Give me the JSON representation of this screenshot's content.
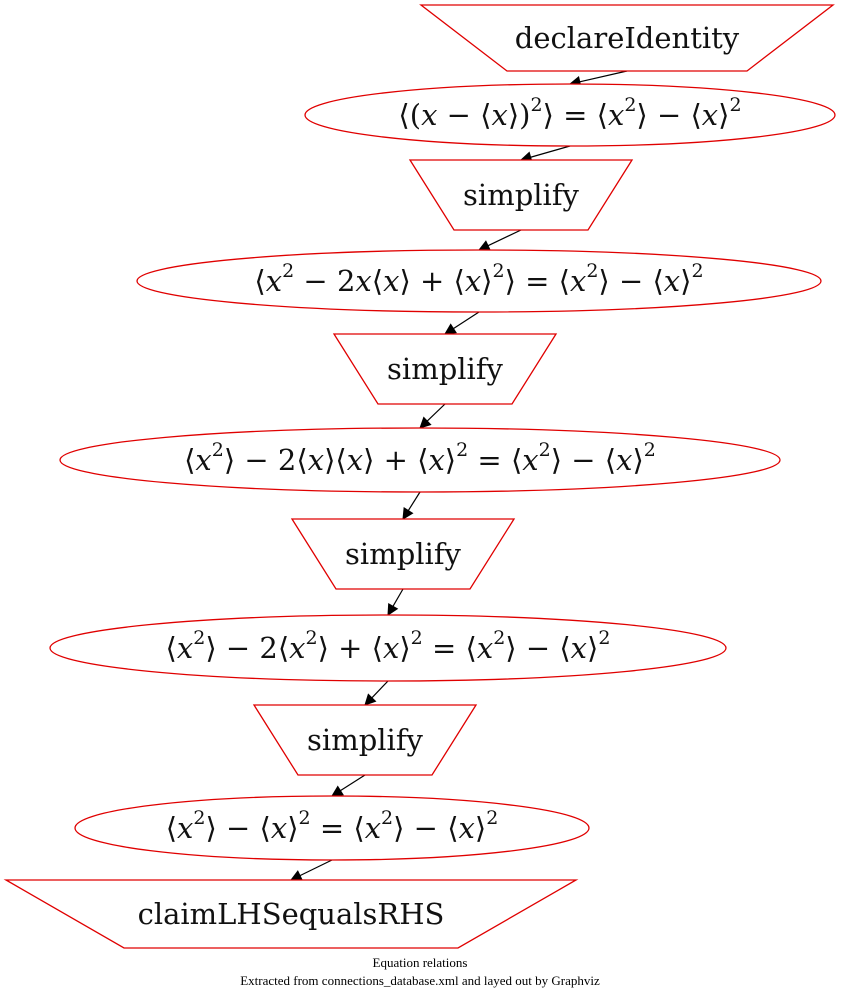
{
  "nodes": [
    {
      "id": "n0",
      "kind": "operation",
      "shape": "invtrapezium",
      "label": "declareIdentity"
    },
    {
      "id": "n1",
      "kind": "expression",
      "shape": "ellipse",
      "parts": [
        {
          "t": "⟨("
        },
        {
          "t": "x",
          "v": 1
        },
        {
          "t": " − ⟨"
        },
        {
          "t": "x",
          "v": 1
        },
        {
          "t": "⟩)"
        },
        {
          "t": "2",
          "s": 1
        },
        {
          "t": "⟩ = ⟨"
        },
        {
          "t": "x",
          "v": 1
        },
        {
          "t": "2",
          "s": 1
        },
        {
          "t": "⟩ − ⟨"
        },
        {
          "t": "x",
          "v": 1
        },
        {
          "t": "⟩"
        },
        {
          "t": "2",
          "s": 1
        }
      ]
    },
    {
      "id": "n2",
      "kind": "operation",
      "shape": "invtrapezium",
      "label": "simplify"
    },
    {
      "id": "n3",
      "kind": "expression",
      "shape": "ellipse",
      "parts": [
        {
          "t": "⟨"
        },
        {
          "t": "x",
          "v": 1
        },
        {
          "t": "2",
          "s": 1
        },
        {
          "t": " − 2"
        },
        {
          "t": "x",
          "v": 1
        },
        {
          "t": "⟨"
        },
        {
          "t": "x",
          "v": 1
        },
        {
          "t": "⟩ + ⟨"
        },
        {
          "t": "x",
          "v": 1
        },
        {
          "t": "⟩"
        },
        {
          "t": "2",
          "s": 1
        },
        {
          "t": "⟩ = ⟨"
        },
        {
          "t": "x",
          "v": 1
        },
        {
          "t": "2",
          "s": 1
        },
        {
          "t": "⟩ − ⟨"
        },
        {
          "t": "x",
          "v": 1
        },
        {
          "t": "⟩"
        },
        {
          "t": "2",
          "s": 1
        }
      ]
    },
    {
      "id": "n4",
      "kind": "operation",
      "shape": "invtrapezium",
      "label": "simplify"
    },
    {
      "id": "n5",
      "kind": "expression",
      "shape": "ellipse",
      "parts": [
        {
          "t": "⟨"
        },
        {
          "t": "x",
          "v": 1
        },
        {
          "t": "2",
          "s": 1
        },
        {
          "t": "⟩ − 2⟨"
        },
        {
          "t": "x",
          "v": 1
        },
        {
          "t": "⟩⟨"
        },
        {
          "t": "x",
          "v": 1
        },
        {
          "t": "⟩ + ⟨"
        },
        {
          "t": "x",
          "v": 1
        },
        {
          "t": "⟩"
        },
        {
          "t": "2",
          "s": 1
        },
        {
          "t": " = ⟨"
        },
        {
          "t": "x",
          "v": 1
        },
        {
          "t": "2",
          "s": 1
        },
        {
          "t": "⟩ − ⟨"
        },
        {
          "t": "x",
          "v": 1
        },
        {
          "t": "⟩"
        },
        {
          "t": "2",
          "s": 1
        }
      ]
    },
    {
      "id": "n6",
      "kind": "operation",
      "shape": "invtrapezium",
      "label": "simplify"
    },
    {
      "id": "n7",
      "kind": "expression",
      "shape": "ellipse",
      "parts": [
        {
          "t": "⟨"
        },
        {
          "t": "x",
          "v": 1
        },
        {
          "t": "2",
          "s": 1
        },
        {
          "t": "⟩ − 2⟨"
        },
        {
          "t": "x",
          "v": 1
        },
        {
          "t": "2",
          "s": 1
        },
        {
          "t": "⟩ + ⟨"
        },
        {
          "t": "x",
          "v": 1
        },
        {
          "t": "⟩"
        },
        {
          "t": "2",
          "s": 1
        },
        {
          "t": " = ⟨"
        },
        {
          "t": "x",
          "v": 1
        },
        {
          "t": "2",
          "s": 1
        },
        {
          "t": "⟩ − ⟨"
        },
        {
          "t": "x",
          "v": 1
        },
        {
          "t": "⟩"
        },
        {
          "t": "2",
          "s": 1
        }
      ]
    },
    {
      "id": "n8",
      "kind": "operation",
      "shape": "invtrapezium",
      "label": "simplify"
    },
    {
      "id": "n9",
      "kind": "expression",
      "shape": "ellipse",
      "parts": [
        {
          "t": "⟨"
        },
        {
          "t": "x",
          "v": 1
        },
        {
          "t": "2",
          "s": 1
        },
        {
          "t": "⟩ − ⟨"
        },
        {
          "t": "x",
          "v": 1
        },
        {
          "t": "⟩"
        },
        {
          "t": "2",
          "s": 1
        },
        {
          "t": " = ⟨"
        },
        {
          "t": "x",
          "v": 1
        },
        {
          "t": "2",
          "s": 1
        },
        {
          "t": "⟩ − ⟨"
        },
        {
          "t": "x",
          "v": 1
        },
        {
          "t": "⟩"
        },
        {
          "t": "2",
          "s": 1
        }
      ]
    },
    {
      "id": "n10",
      "kind": "operation",
      "shape": "invtrapezium",
      "label": "claimLHSequalsRHS"
    }
  ],
  "edges": [
    [
      "n0",
      "n1"
    ],
    [
      "n1",
      "n2"
    ],
    [
      "n2",
      "n3"
    ],
    [
      "n3",
      "n4"
    ],
    [
      "n4",
      "n5"
    ],
    [
      "n5",
      "n6"
    ],
    [
      "n6",
      "n7"
    ],
    [
      "n7",
      "n8"
    ],
    [
      "n8",
      "n9"
    ],
    [
      "n9",
      "n10"
    ]
  ],
  "caption": {
    "line1": "Equation relations",
    "line2": "Extracted from connections_database.xml and layed out by Graphviz"
  },
  "colors": {
    "node_stroke": "#e00000",
    "edge": "#000000"
  }
}
